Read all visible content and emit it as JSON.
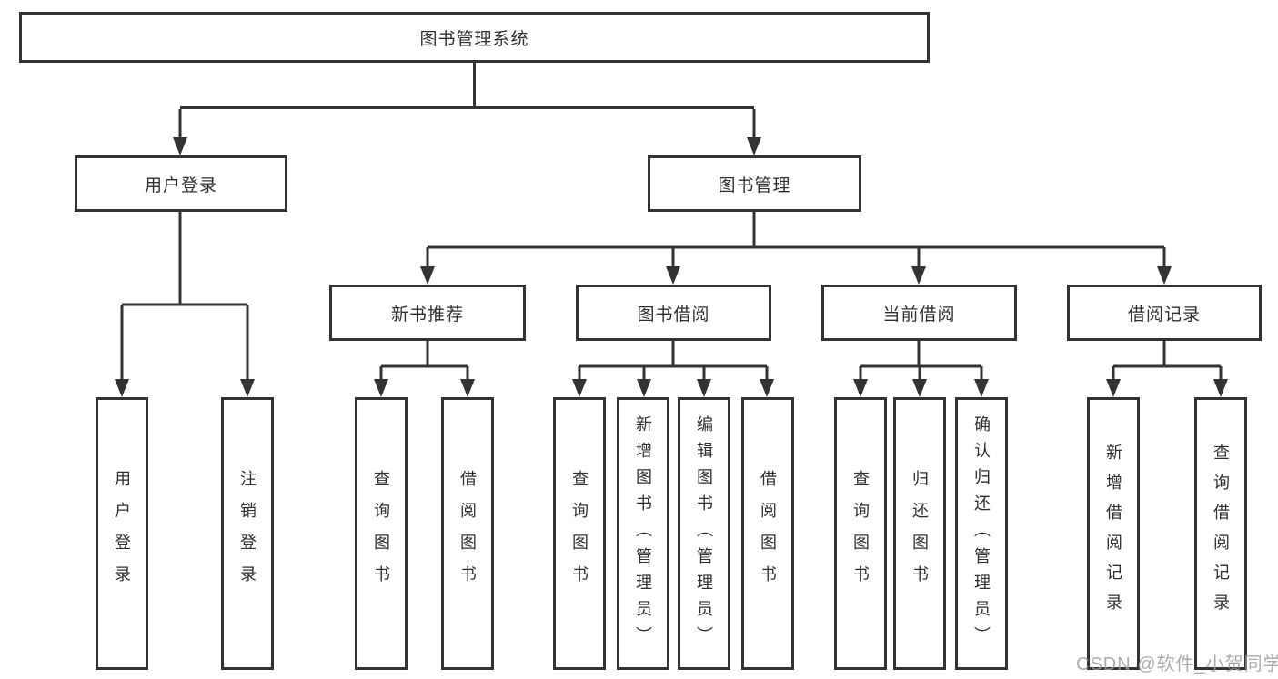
{
  "diagram": {
    "root": {
      "label": "图书管理系统"
    },
    "branches": [
      {
        "label": "用户登录",
        "children": [
          {
            "label": "用户登录"
          },
          {
            "label": "注销登录"
          }
        ]
      },
      {
        "label": "图书管理",
        "children": [
          {
            "label": "新书推荐",
            "children": [
              {
                "label": "查询图书"
              },
              {
                "label": "借阅图书"
              }
            ]
          },
          {
            "label": "图书借阅",
            "children": [
              {
                "label": "查询图书"
              },
              {
                "label": "新增图书（管理员）"
              },
              {
                "label": "编辑图书（管理员）"
              },
              {
                "label": "借阅图书"
              }
            ]
          },
          {
            "label": "当前借阅",
            "children": [
              {
                "label": "查询图书"
              },
              {
                "label": "归还图书"
              },
              {
                "label": "确认归还（管理员）"
              }
            ]
          },
          {
            "label": "借阅记录",
            "children": [
              {
                "label": "新增借阅记录"
              },
              {
                "label": "查询借阅记录"
              }
            ]
          }
        ]
      }
    ]
  },
  "watermark": {
    "text": "CSDN @软件_小贺同学"
  },
  "colors": {
    "line": "#333333",
    "text": "#2f2f2f",
    "watermark": "#9e9e9e",
    "background": "#ffffff"
  }
}
